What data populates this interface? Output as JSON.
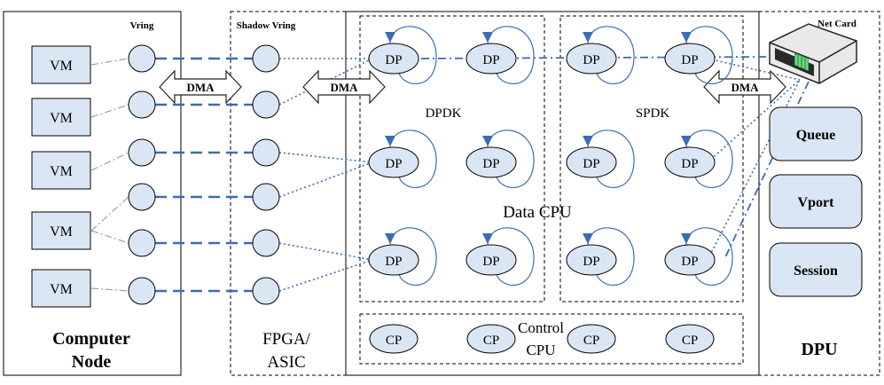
{
  "labels": {
    "vring": "Vring",
    "shadow_vring": "Shadow Vring",
    "net_card": "Net Card",
    "dpdk": "DPDK",
    "spdk": "SPDK",
    "data_cpu": "Data CPU",
    "control_cpu_line1": "Control",
    "control_cpu_line2": "CPU",
    "computer_node_line1": "Computer",
    "computer_node_line2": "Node",
    "fpga_line1": "FPGA/",
    "fpga_line2": "ASIC",
    "dpu": "DPU"
  },
  "vm_label": "VM",
  "dma_label": "DMA",
  "dp_label": "DP",
  "cp_label": "CP",
  "dpu_modules": [
    "Queue",
    "Vport",
    "Session"
  ],
  "colors": {
    "line_blue": "#3a6db5",
    "box_fill": "#dbe6f4",
    "stroke": "#000000",
    "gray_dash": "#a0a0a0",
    "arrow_fill": "#ffffff"
  }
}
